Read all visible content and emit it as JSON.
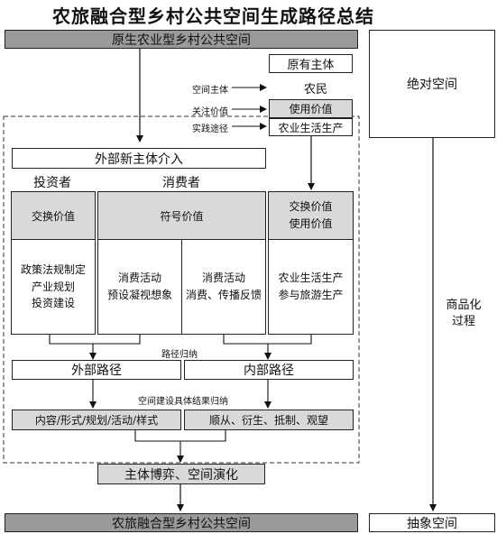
{
  "title": "农旅融合型乡村公共空间生成路径总结",
  "original_space": "原生农业型乡村公共空间",
  "absolute_space": "绝对空间",
  "original_subject": "原有主体",
  "side_labels": {
    "subject": "空间主体",
    "value": "关注价值",
    "path": "实践途径"
  },
  "farmer": {
    "label": "农民",
    "value": "使用价值",
    "practice": "农业生活生产"
  },
  "external_entry": "外部新主体介入",
  "investor_label": "投资者",
  "consumer_label": "消费者",
  "columns": {
    "investor": {
      "header": "交换价值",
      "body": [
        "政策法规制定",
        "产业规划",
        "投资建设"
      ]
    },
    "consumer": {
      "header": "符号价值",
      "left": [
        "消费活动",
        "预设凝视想象"
      ],
      "right": [
        "消费活动",
        "消费、传播反馈"
      ]
    },
    "farmer": {
      "header": [
        "交换价值",
        "使用价值"
      ],
      "body": [
        "农业生活生产",
        "参与旅游生产"
      ]
    }
  },
  "path_summary": "路径归纳",
  "external_path": "外部路径",
  "internal_path": "内部路径",
  "result_summary": "空间建设具体结果归纳",
  "external_result": "内容/形式/规划/活动/样式",
  "internal_result": "顺从、衍生、抵制、观望",
  "game_evolution": "主体博弈、空间演化",
  "commodification": [
    "商品化",
    "过程"
  ],
  "final_space": "农旅融合型乡村公共空间",
  "abstract_space": "抽象空间"
}
